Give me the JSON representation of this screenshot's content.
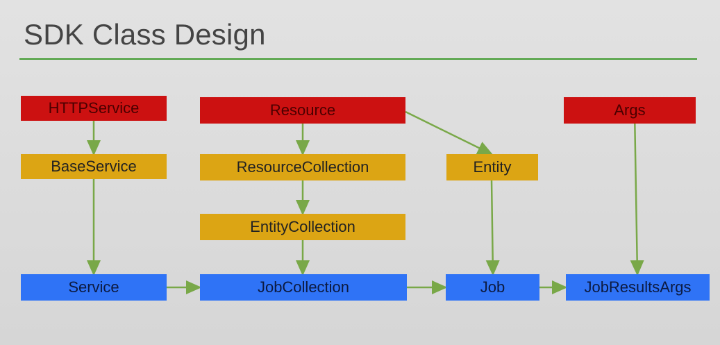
{
  "slide": {
    "title": "SDK Class Design"
  },
  "colors": {
    "base": "#cc1111",
    "intermediate": "#dca514",
    "concrete": "#2f73f6",
    "arrow": "#79a848",
    "rule": "#3f9a2e"
  },
  "nodes": {
    "httpservice": "HTTPService",
    "baseservice": "BaseService",
    "service": "Service",
    "resource": "Resource",
    "resourcecollection": "ResourceCollection",
    "entitycollection": "EntityCollection",
    "jobcollection": "JobCollection",
    "entity": "Entity",
    "job": "Job",
    "args": "Args",
    "jobresultsargs": "JobResultsArgs"
  },
  "edges": [
    [
      "httpservice",
      "baseservice"
    ],
    [
      "baseservice",
      "service"
    ],
    [
      "resource",
      "resourcecollection"
    ],
    [
      "resourcecollection",
      "entitycollection"
    ],
    [
      "entitycollection",
      "jobcollection"
    ],
    [
      "resource",
      "entity"
    ],
    [
      "entity",
      "job"
    ],
    [
      "args",
      "jobresultsargs"
    ],
    [
      "service",
      "jobcollection"
    ],
    [
      "jobcollection",
      "job"
    ],
    [
      "job",
      "jobresultsargs"
    ]
  ]
}
